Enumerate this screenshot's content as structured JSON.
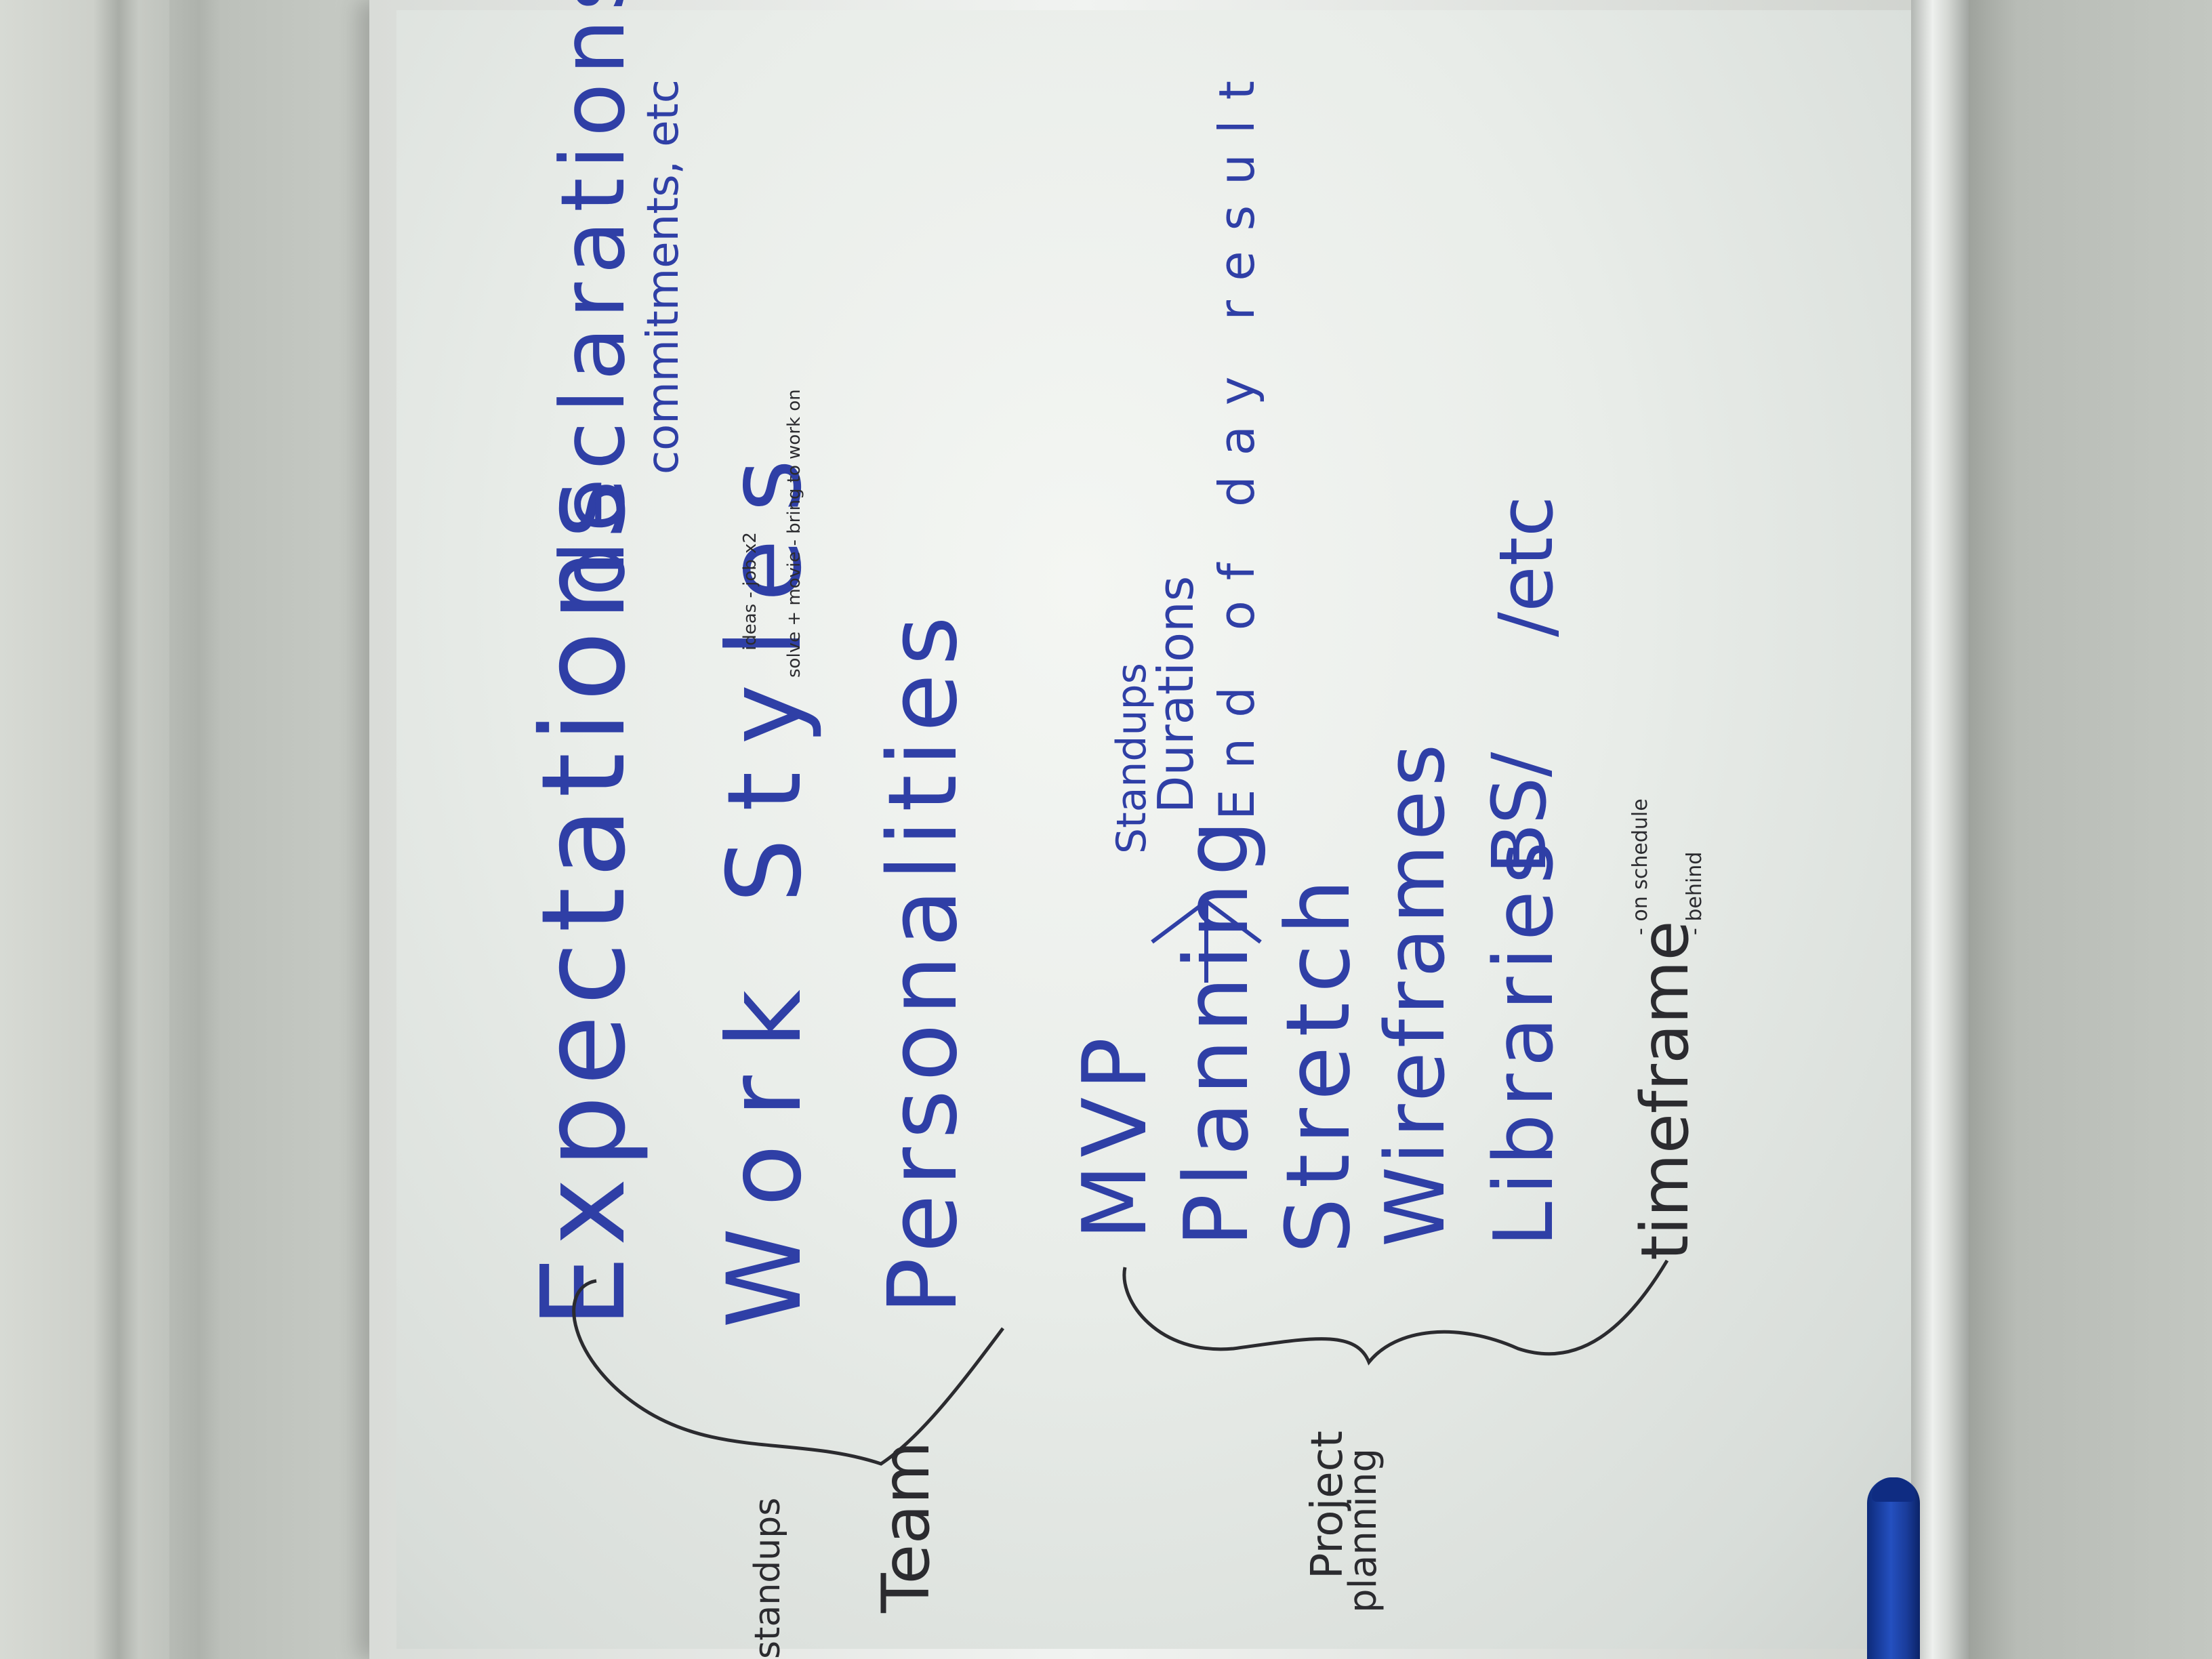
{
  "board": {
    "top_items": [
      "Expectations",
      "Work Styles",
      "Personalities"
    ],
    "top_group_label": "Team",
    "side_notes": {
      "declarations": "declarations",
      "commitments": "commitments, etc",
      "work_styles_note_1": "ideas - job x2",
      "work_styles_note_2": "solve + movie - bring to work on"
    },
    "planning_items": [
      "MVP",
      "Planning",
      "Stretch",
      "Wireframes",
      "Libraries",
      "timeframe"
    ],
    "planning_group_label_1": "Project",
    "planning_group_label_2": "planning",
    "planning_subitems": [
      "Standups",
      "Durations",
      "End of day result"
    ],
    "libraries_suffix": "BS/",
    "libraries_etc": "/etc",
    "timeframe_notes": [
      "- on schedule",
      "- behind"
    ],
    "left_edge_text": "standups"
  },
  "colors": {
    "marker_blue": "#2f3fa6",
    "marker_black": "#2b2b2f"
  }
}
